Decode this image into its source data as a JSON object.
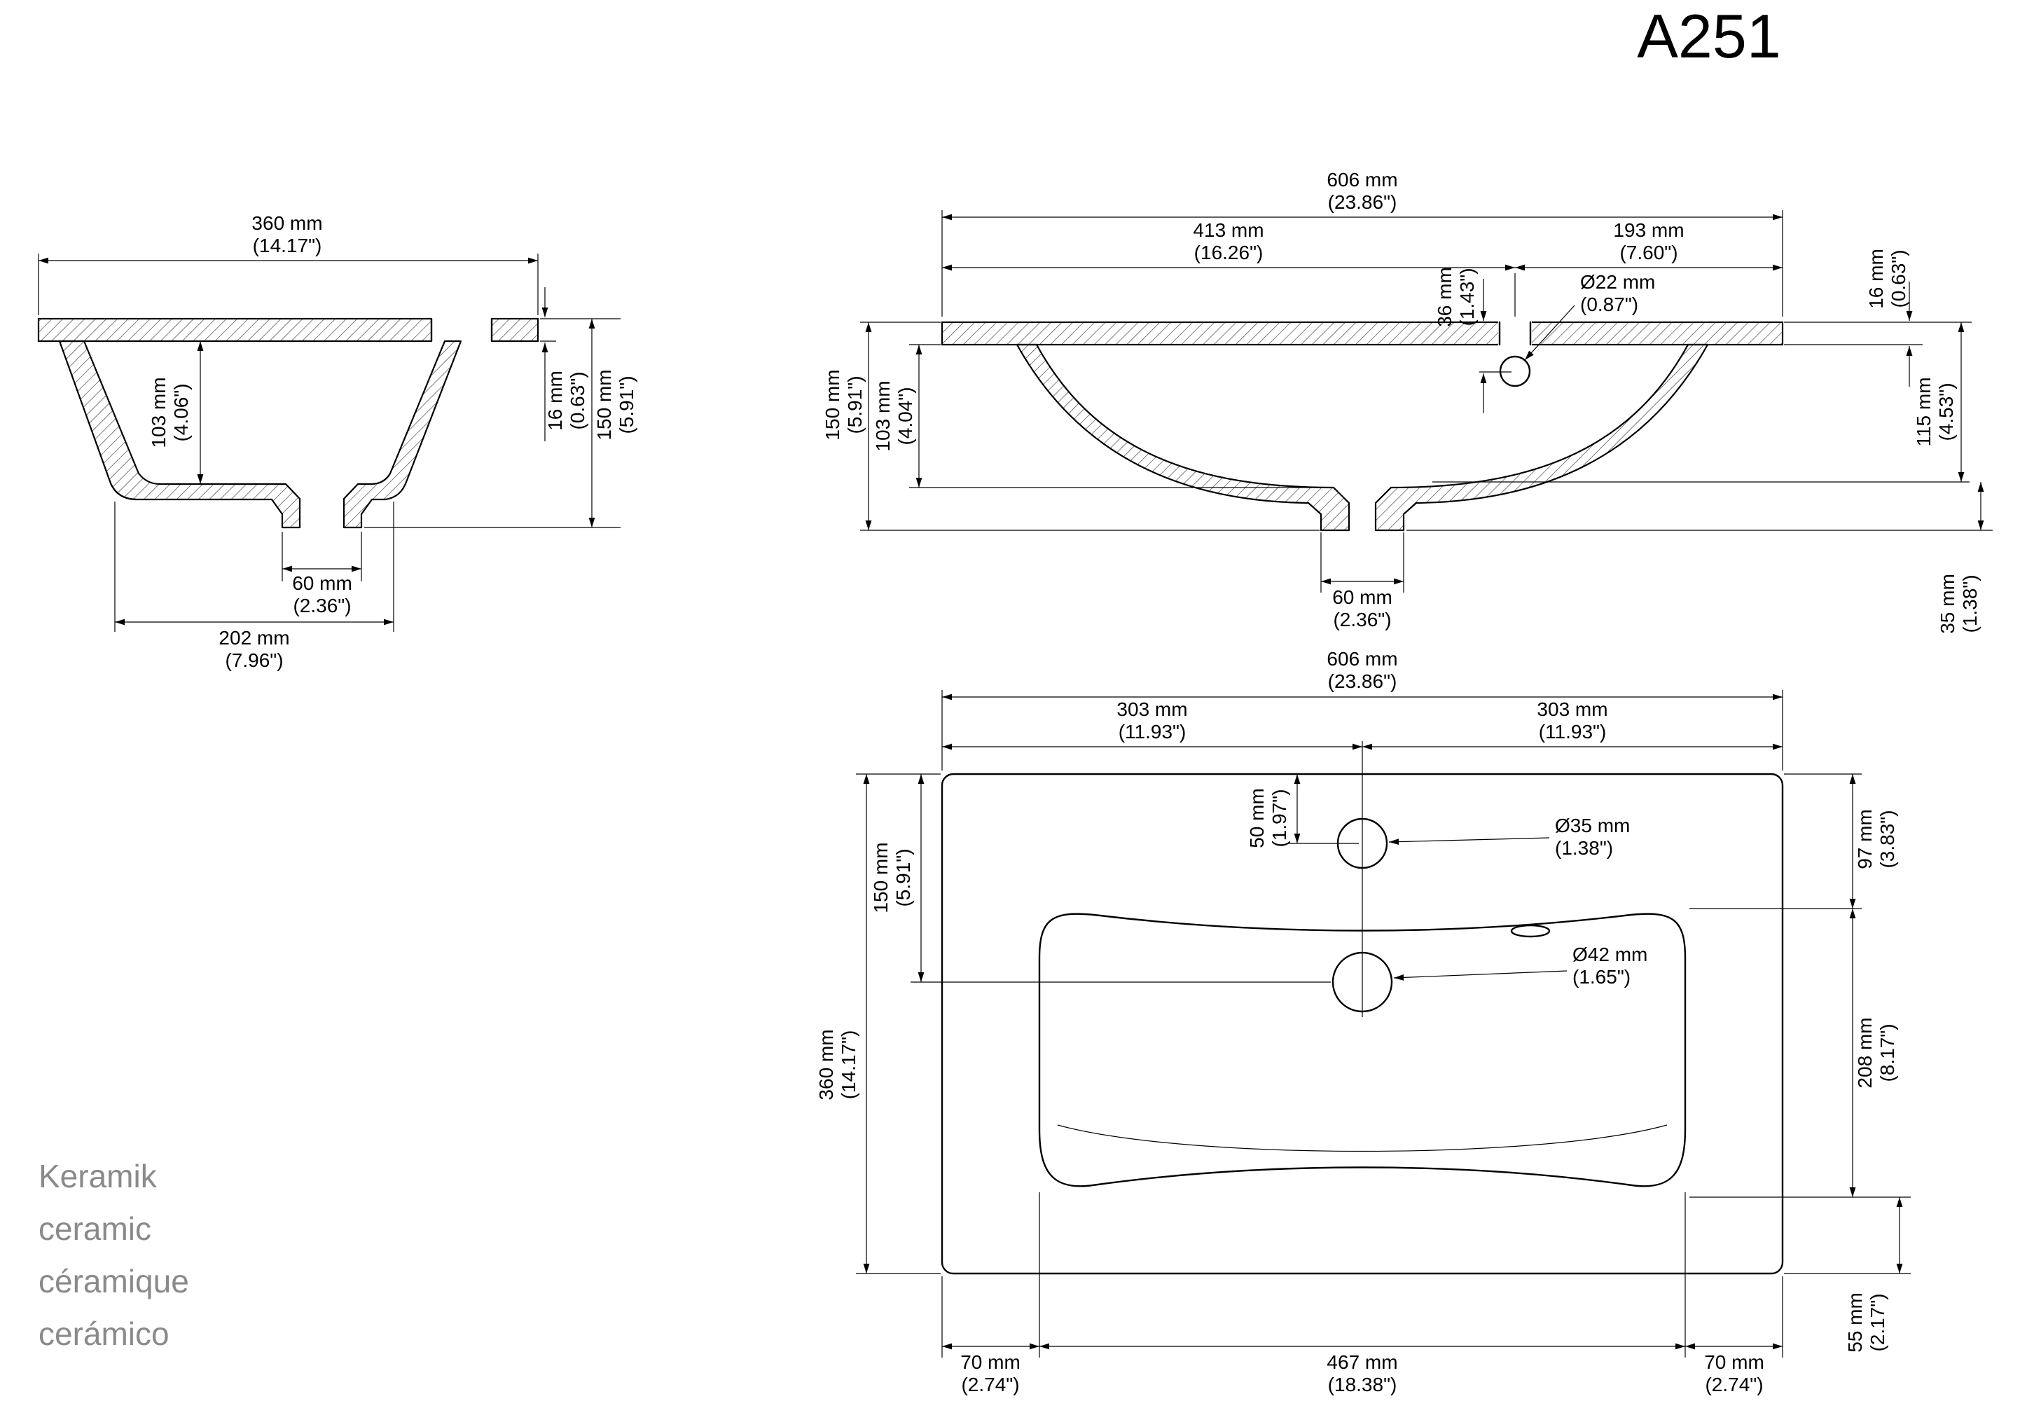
{
  "title": "A251",
  "materials": {
    "l1": "Keramik",
    "l2": "ceramic",
    "l3": "céramique",
    "l4": "cerámico"
  },
  "side": {
    "w360mm": "360 mm",
    "w360in": "(14.17\")",
    "d103mm": "103 mm",
    "d103in": "(4.06\")",
    "t16mm": "16 mm",
    "t16in": "(0.63\")",
    "h150mm": "150 mm",
    "h150in": "(5.91\")",
    "dr60mm": "60 mm",
    "dr60in": "(2.36\")",
    "b202mm": "202 mm",
    "b202in": "(7.96\")"
  },
  "front": {
    "w606mm": "606 mm",
    "w606in": "(23.86\")",
    "l413mm": "413 mm",
    "l413in": "(16.26\")",
    "r193mm": "193 mm",
    "r193in": "(7.60\")",
    "o36mm": "36 mm",
    "o36in": "(1.43\")",
    "hole22mm": "Ø22 mm",
    "hole22in": "(0.87\")",
    "t16mm": "16 mm",
    "t16in": "(0.63\")",
    "h150mm": "150 mm",
    "h150in": "(5.91\")",
    "d103mm": "103 mm",
    "d103in": "(4.04\")",
    "r115mm": "115 mm",
    "r115in": "(4.53\")",
    "b35mm": "35 mm",
    "b35in": "(1.38\")",
    "dr60mm": "60 mm",
    "dr60in": "(2.36\")"
  },
  "plan": {
    "w606mm": "606 mm",
    "w606in": "(23.86\")",
    "hl303mm": "303 mm",
    "hl303in": "(11.93\")",
    "hr303mm": "303 mm",
    "hr303in": "(11.93\")",
    "f50mm": "50 mm",
    "f50in": "(1.97\")",
    "hole35mm": "Ø35 mm",
    "hole35in": "(1.38\")",
    "d150mm": "150 mm",
    "d150in": "(5.91\")",
    "r97mm": "97 mm",
    "r97in": "(3.83\")",
    "h360mm": "360 mm",
    "h360in": "(14.17\")",
    "hole42mm": "Ø42 mm",
    "hole42in": "(1.65\")",
    "r208mm": "208 mm",
    "r208in": "(8.17\")",
    "m70lmm": "70 mm",
    "m70lin": "(2.74\")",
    "c467mm": "467 mm",
    "c467in": "(18.38\")",
    "m70rmm": "70 mm",
    "m70rin": "(2.74\")",
    "b55mm": "55 mm",
    "b55in": "(2.17\")"
  }
}
